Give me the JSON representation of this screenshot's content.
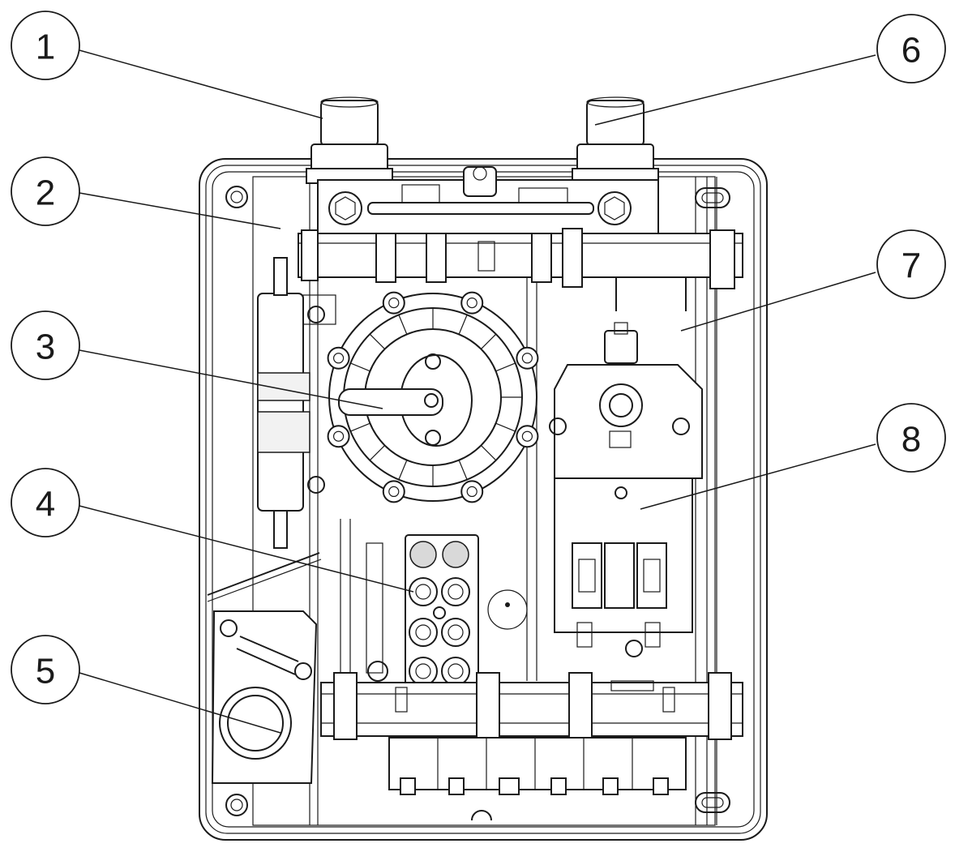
{
  "callouts": [
    {
      "id": "1",
      "label": "1"
    },
    {
      "id": "2",
      "label": "2"
    },
    {
      "id": "3",
      "label": "3"
    },
    {
      "id": "4",
      "label": "4"
    },
    {
      "id": "5",
      "label": "5"
    },
    {
      "id": "6",
      "label": "6"
    },
    {
      "id": "7",
      "label": "7"
    },
    {
      "id": "8",
      "label": "8"
    }
  ],
  "colors": {
    "line": "#1a1a1a",
    "background": "#ffffff",
    "shade": "#d9d9d9"
  }
}
